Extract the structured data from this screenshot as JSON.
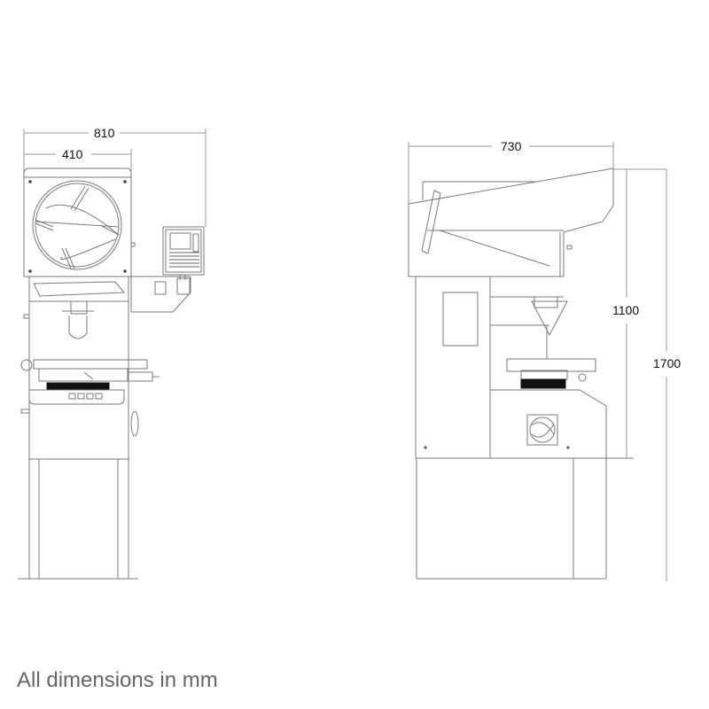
{
  "drawing": {
    "subject": "Profile projector technical dimension drawing",
    "views": [
      {
        "name": "front-view",
        "dimensions": {
          "overall_width": "810",
          "head_width": "410"
        }
      },
      {
        "name": "side-view",
        "dimensions": {
          "depth": "730",
          "table_height": "1100",
          "overall_height": "1700"
        }
      }
    ],
    "line_color": "#7a7a7a",
    "dimension_line_color": "#999999"
  },
  "labels": {
    "dim_810": "810",
    "dim_410": "410",
    "dim_730": "730",
    "dim_1100": "1100",
    "dim_1700": "1700"
  },
  "footnote": "All dimensions in mm"
}
